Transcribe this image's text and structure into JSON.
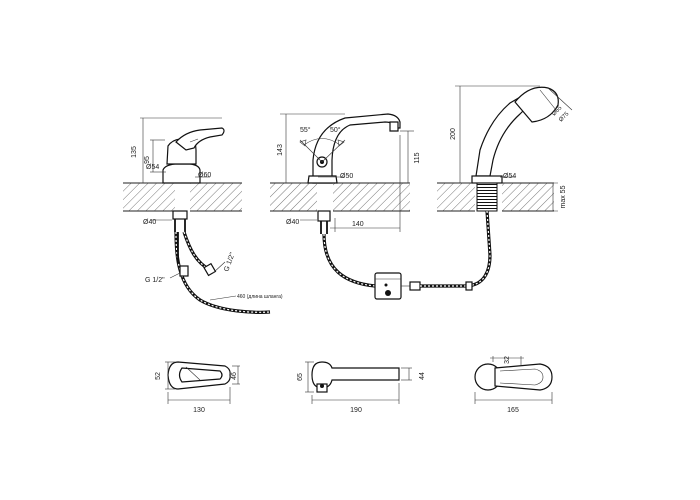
{
  "dimensions": {
    "mixer_height": "135",
    "mixer_base_height": "95",
    "mixer_d54": "Ø54",
    "mixer_d60": "Ø60",
    "mixer_d40": "Ø40",
    "spout_angle_a": "55°",
    "spout_angle_b": "50°",
    "spout_height": "143",
    "spout_outlet_height": "115",
    "spout_d50": "Ø50",
    "spout_d40": "Ø40",
    "spout_reach": "140",
    "shower_height": "200",
    "shower_d54": "Ø54",
    "shower_d65": "Ø65",
    "shower_d75": "Ø75",
    "shower_max_depth": "max 55",
    "thread_a": "G 1/2\"",
    "thread_b": "G 1/2\"",
    "hose_length": "460 (длина шланга)",
    "top_lever_depth": "52",
    "top_lever_width": "130",
    "top_lever_side": "46",
    "top_spout_depth": "65",
    "top_spout_length": "190",
    "top_spout_side": "44",
    "top_shower_depth": "32",
    "top_shower_length": "165"
  }
}
